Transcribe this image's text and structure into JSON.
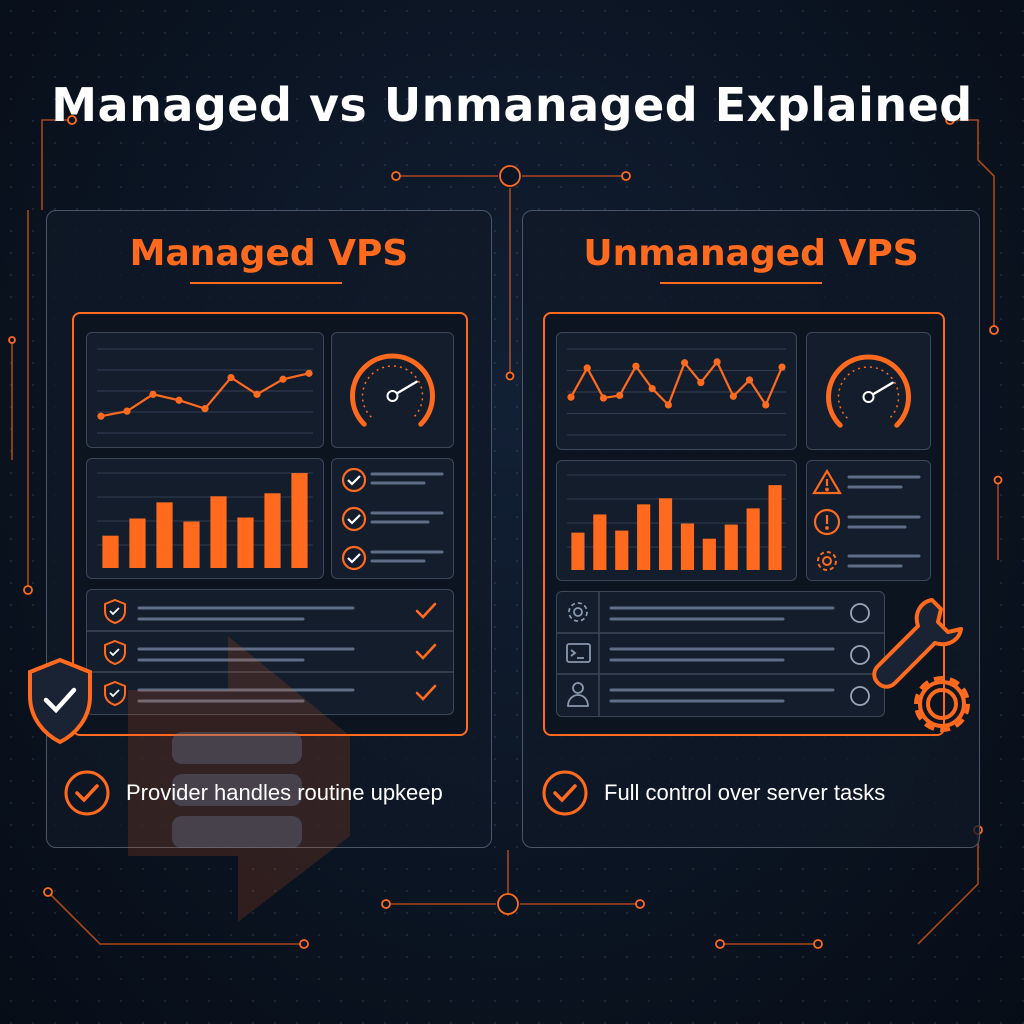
{
  "title": "Managed vs Unmanaged Explained",
  "colors": {
    "accent": "#ff6a1f",
    "background": "#0b1422",
    "text": "#ffffff",
    "line": "#5f6e86"
  },
  "managed": {
    "heading": "Managed VPS",
    "caption": "Provider handles routine upkeep",
    "checklist_icons": [
      "check-circle-icon",
      "check-circle-icon",
      "check-circle-icon"
    ],
    "task_rows": [
      {
        "icon": "shield-check-icon",
        "status": "check-icon"
      },
      {
        "icon": "shield-check-icon",
        "status": "check-icon"
      },
      {
        "icon": "shield-check-icon",
        "status": "check-icon"
      }
    ],
    "gauge_level": 0.72
  },
  "unmanaged": {
    "heading": "Unmanaged VPS",
    "caption": "Full control over server tasks",
    "alert_icons": [
      "warning-triangle-icon",
      "alert-circle-icon",
      "gear-icon"
    ],
    "task_rows": [
      {
        "icon": "gear-icon",
        "status": "empty-circle-icon"
      },
      {
        "icon": "terminal-icon",
        "status": "empty-circle-icon"
      },
      {
        "icon": "user-icon",
        "status": "empty-circle-icon"
      }
    ],
    "gauge_level": 0.72
  },
  "chart_data": [
    {
      "type": "line",
      "x": [
        1,
        2,
        3,
        4,
        5,
        6,
        7,
        8,
        9
      ],
      "series": [
        {
          "values": [
            2,
            2.6,
            4.6,
            3.9,
            2.9,
            6.6,
            4.6,
            6.4,
            7.1
          ]
        }
      ],
      "ylim": [
        0,
        10
      ]
    },
    {
      "type": "bar",
      "series": [
        {
          "values": [
            3.2,
            4.9,
            6.5,
            4.6,
            7.1,
            5,
            7.4,
            9.4
          ]
        }
      ],
      "ylim": [
        0,
        10
      ]
    },
    {
      "type": "line",
      "x": [
        1,
        2,
        3,
        4,
        5,
        6,
        7,
        8,
        9,
        10,
        11,
        12,
        13,
        14
      ],
      "series": [
        {
          "values": [
            4.4,
            7.8,
            4.3,
            4.6,
            8,
            5.4,
            3.5,
            8.4,
            6.1,
            8.5,
            4.5,
            6.4,
            3.5,
            7.9
          ]
        }
      ],
      "ylim": [
        0,
        10
      ]
    },
    {
      "type": "bar",
      "series": [
        {
          "values": [
            3.7,
            5.5,
            3.9,
            6.5,
            7.1,
            4.6,
            3.1,
            4.5,
            6.1,
            8.4
          ]
        }
      ],
      "ylim": [
        0,
        10
      ]
    }
  ]
}
